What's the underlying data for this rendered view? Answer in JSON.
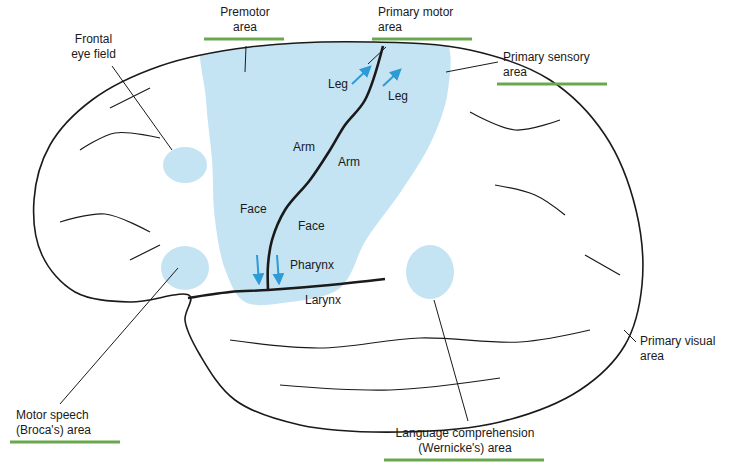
{
  "diagram": {
    "labels": [
      "Premotor area",
      "Primary motor area",
      "Primary sensory area",
      "Frontal eye field",
      "Leg",
      "Leg",
      "Arm",
      "Arm",
      "Face",
      "Face",
      "Pharynx",
      "Larynx",
      "Primary visual area",
      "Motor speech (Broca's) area",
      "Language comprehension (Wernicke's) area"
    ]
  }
}
